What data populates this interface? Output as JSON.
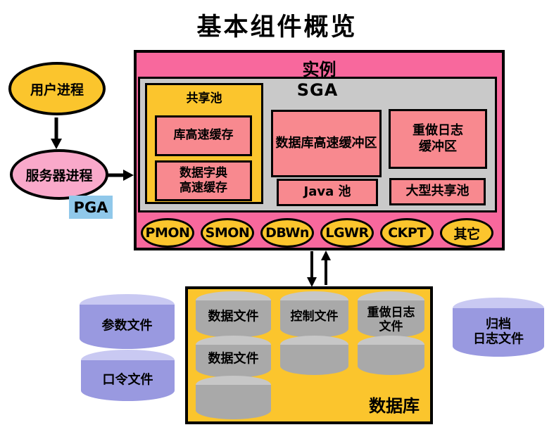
{
  "title": "基本组件概览",
  "client": {
    "user_process": "用户进程",
    "server_process": "服务器进程",
    "pga_label": "PGA"
  },
  "instance": {
    "label": "实例",
    "sga": {
      "label": "SGA",
      "shared_pool": {
        "label": "共享池",
        "library_cache": "库高速缓存",
        "data_dictionary_cache": "数据字典\n高速缓存"
      },
      "db_buffer_cache": "数据库高速缓冲区",
      "redo_log_buffer": "重做日志\n缓冲区",
      "java_pool": "Java 池",
      "large_pool": "大型共享池"
    },
    "processes": [
      "PMON",
      "SMON",
      "DBWn",
      "LGWR",
      "CKPT",
      "其它"
    ]
  },
  "database": {
    "label": "数据库",
    "data_file_1": "数据文件",
    "data_file_2": "数据文件",
    "control_file": "控制文件",
    "redo_log_file": "重做日志\n文件"
  },
  "external_files": {
    "parameter_file": "参数文件",
    "password_file": "口令文件",
    "archive_log_file": "归档\n日志文件"
  },
  "colors": {
    "instance_pink": "#F8689D",
    "box_salmon": "#F8898F",
    "accent_yellow": "#FBC52D",
    "sga_gray": "#C9C9C9",
    "server_pink": "#F9A9CA",
    "pga_blue": "#90C8EA",
    "file_purple": "#9999E0",
    "file_purple_top": "#C9C9F2",
    "cylinder_gray": "#A9A9A9",
    "cylinder_gray_top": "#C7C7C7"
  }
}
